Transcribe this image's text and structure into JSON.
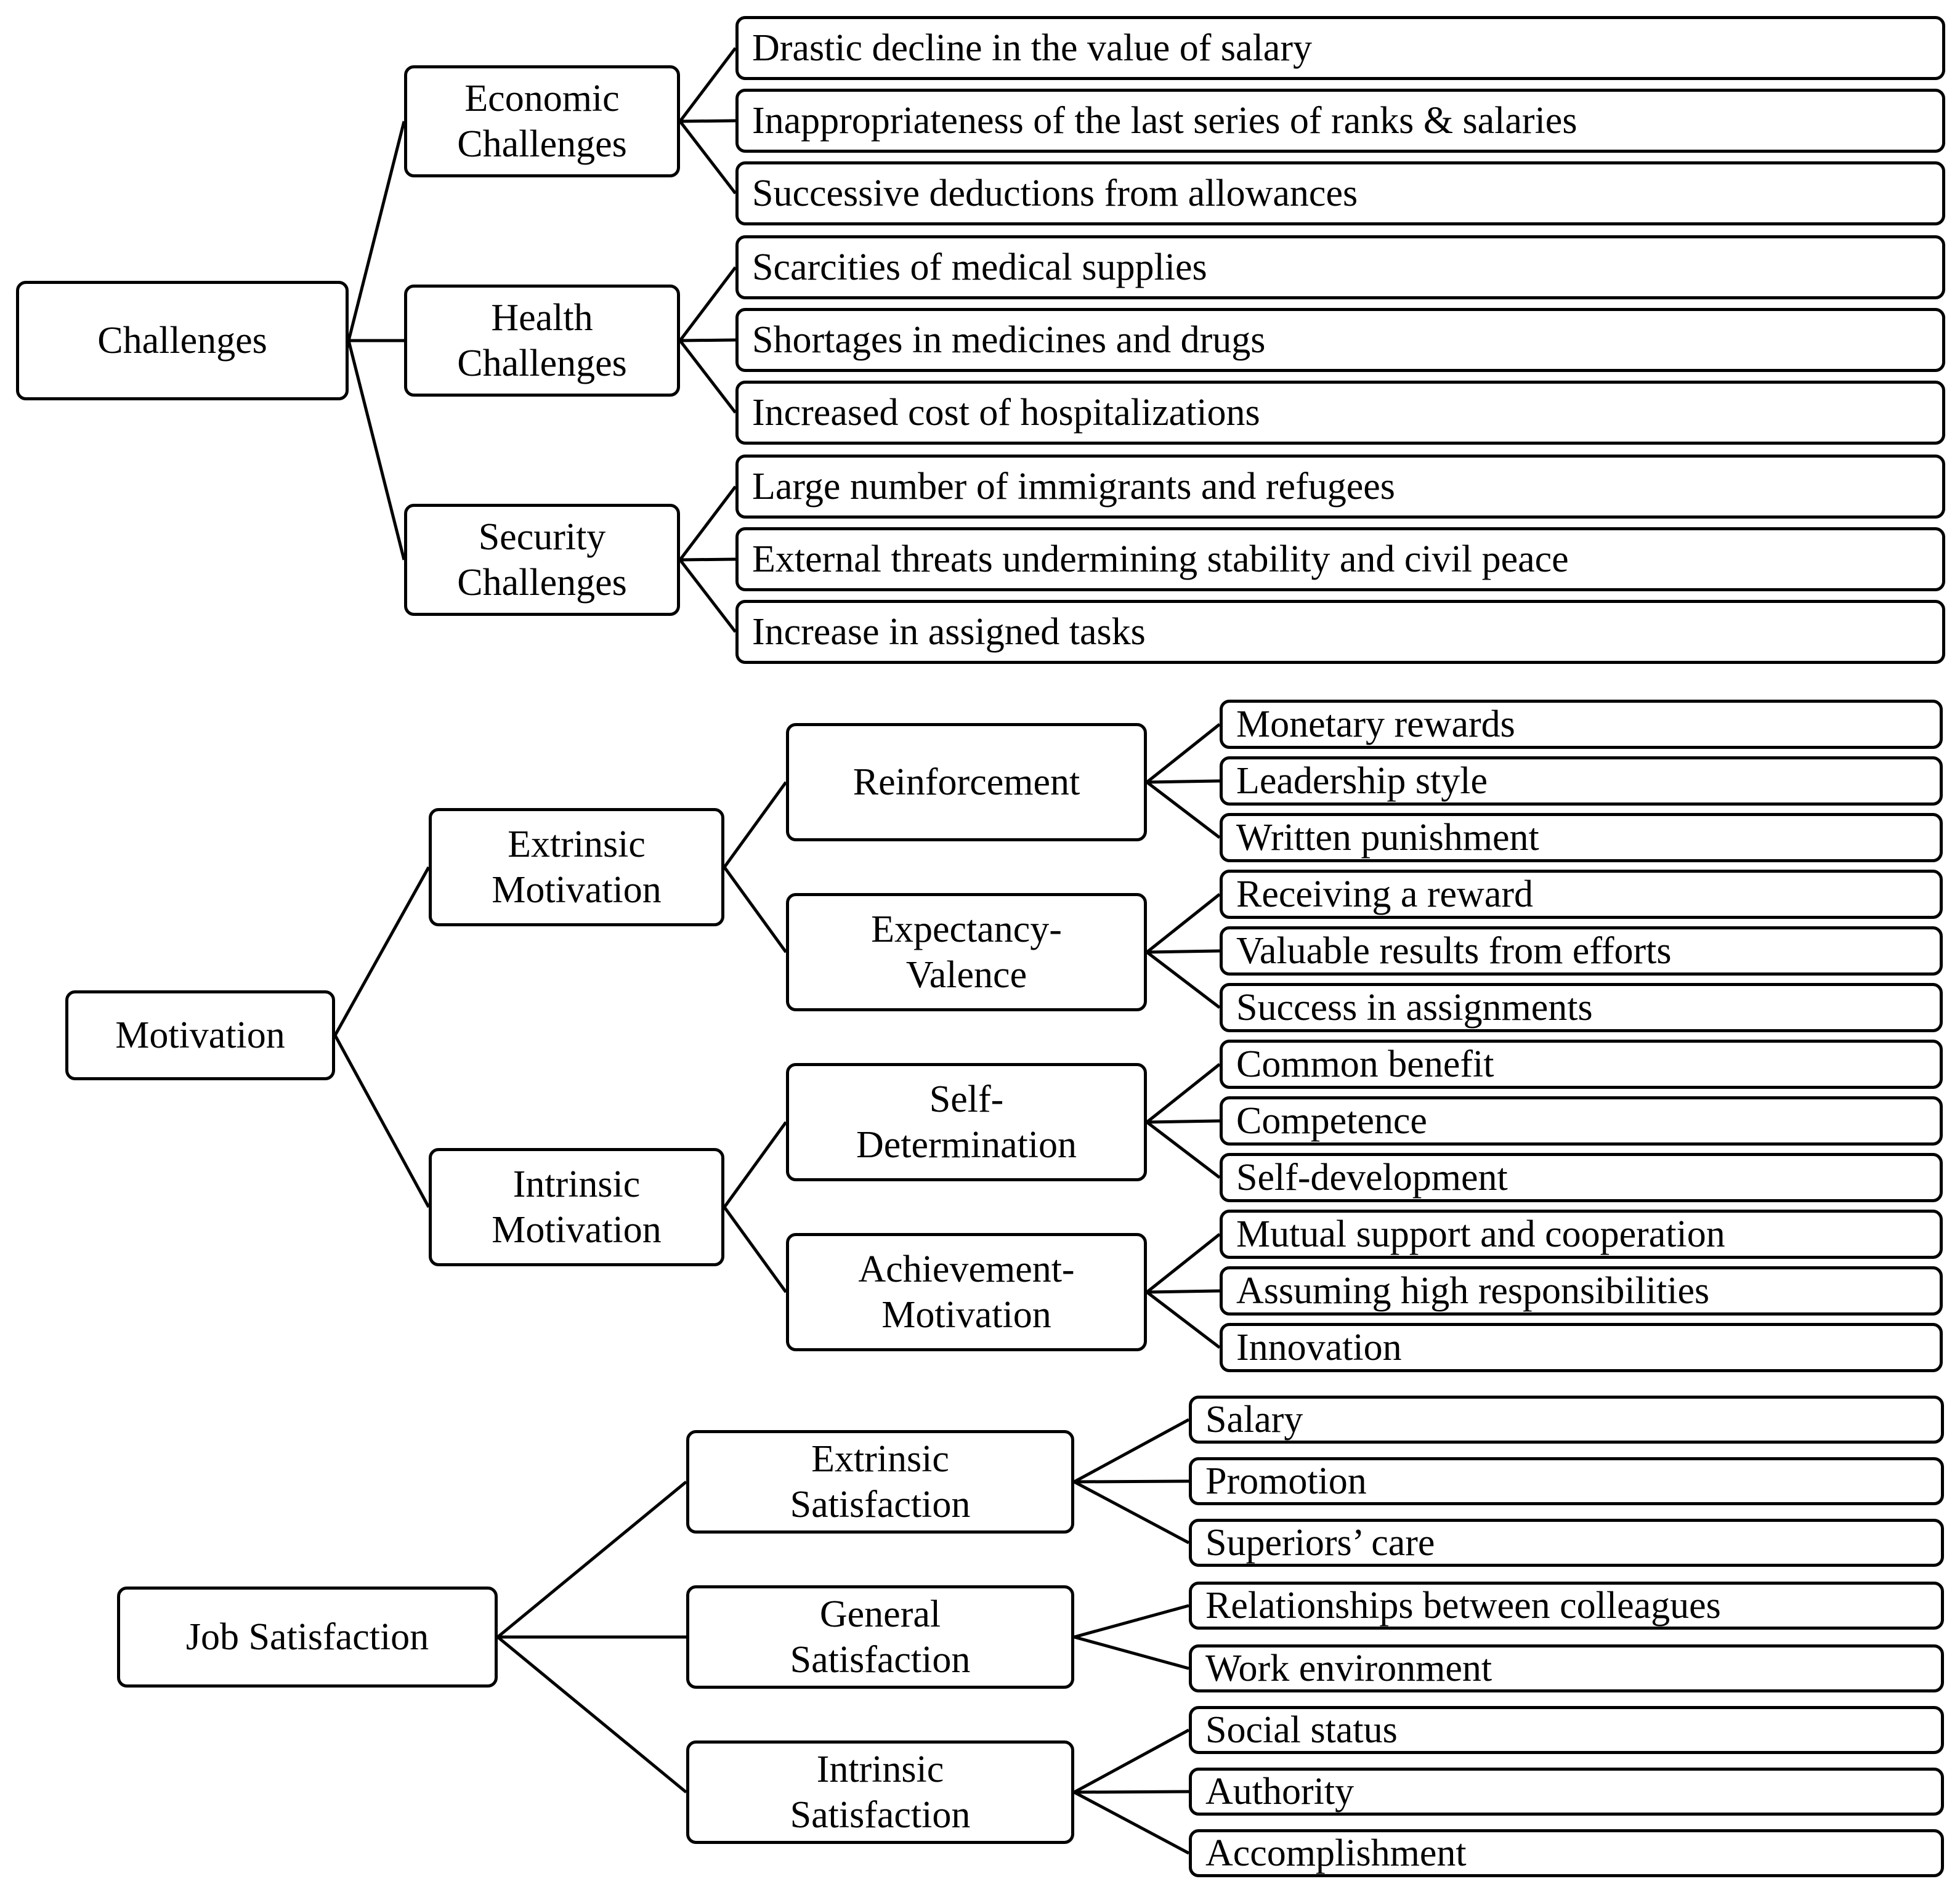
{
  "trees": [
    {
      "label": [
        "Challenges"
      ],
      "children": [
        {
          "label": [
            "Economic",
            "Challenges"
          ],
          "children": [
            {
              "label": "Drastic decline in the value of salary"
            },
            {
              "label": "Inappropriateness of the last series of ranks & salaries"
            },
            {
              "label": "Successive deductions from allowances"
            }
          ]
        },
        {
          "label": [
            "Health",
            "Challenges"
          ],
          "children": [
            {
              "label": "Scarcities of medical supplies"
            },
            {
              "label": "Shortages in medicines and drugs"
            },
            {
              "label": "Increased cost of hospitalizations"
            }
          ]
        },
        {
          "label": [
            "Security",
            "Challenges"
          ],
          "children": [
            {
              "label": "Large number of immigrants and refugees"
            },
            {
              "label": "External threats undermining stability and civil peace"
            },
            {
              "label": "Increase in assigned tasks"
            }
          ]
        }
      ]
    },
    {
      "label": [
        "Motivation"
      ],
      "children": [
        {
          "label": [
            "Extrinsic",
            "Motivation"
          ],
          "children": [
            {
              "label": [
                "Reinforcement"
              ],
              "children": [
                {
                  "label": "Monetary rewards"
                },
                {
                  "label": "Leadership style"
                },
                {
                  "label": "Written punishment"
                }
              ]
            },
            {
              "label": [
                "Expectancy-",
                "Valence"
              ],
              "children": [
                {
                  "label": "Receiving a reward"
                },
                {
                  "label": "Valuable results from efforts"
                },
                {
                  "label": "Success in assignments"
                }
              ]
            }
          ]
        },
        {
          "label": [
            "Intrinsic",
            "Motivation"
          ],
          "children": [
            {
              "label": [
                "Self-",
                "Determination"
              ],
              "children": [
                {
                  "label": "Common benefit"
                },
                {
                  "label": "Competence"
                },
                {
                  "label": "Self-development"
                }
              ]
            },
            {
              "label": [
                "Achievement-",
                "Motivation"
              ],
              "children": [
                {
                  "label": "Mutual support and cooperation"
                },
                {
                  "label": "Assuming high responsibilities"
                },
                {
                  "label": "Innovation"
                }
              ]
            }
          ]
        }
      ]
    },
    {
      "label": [
        "Job Satisfaction"
      ],
      "children": [
        {
          "label": [
            "Extrinsic",
            "Satisfaction"
          ],
          "children": [
            {
              "label": "Salary"
            },
            {
              "label": "Promotion"
            },
            {
              "label": "Superiors’ care"
            }
          ]
        },
        {
          "label": [
            "General",
            "Satisfaction"
          ],
          "children": [
            {
              "label": "Relationships between colleagues"
            },
            {
              "label": "Work environment"
            }
          ]
        },
        {
          "label": [
            "Intrinsic",
            "Satisfaction"
          ],
          "children": [
            {
              "label": "Social status"
            },
            {
              "label": "Authority"
            },
            {
              "label": "Accomplishment"
            }
          ]
        }
      ]
    }
  ]
}
